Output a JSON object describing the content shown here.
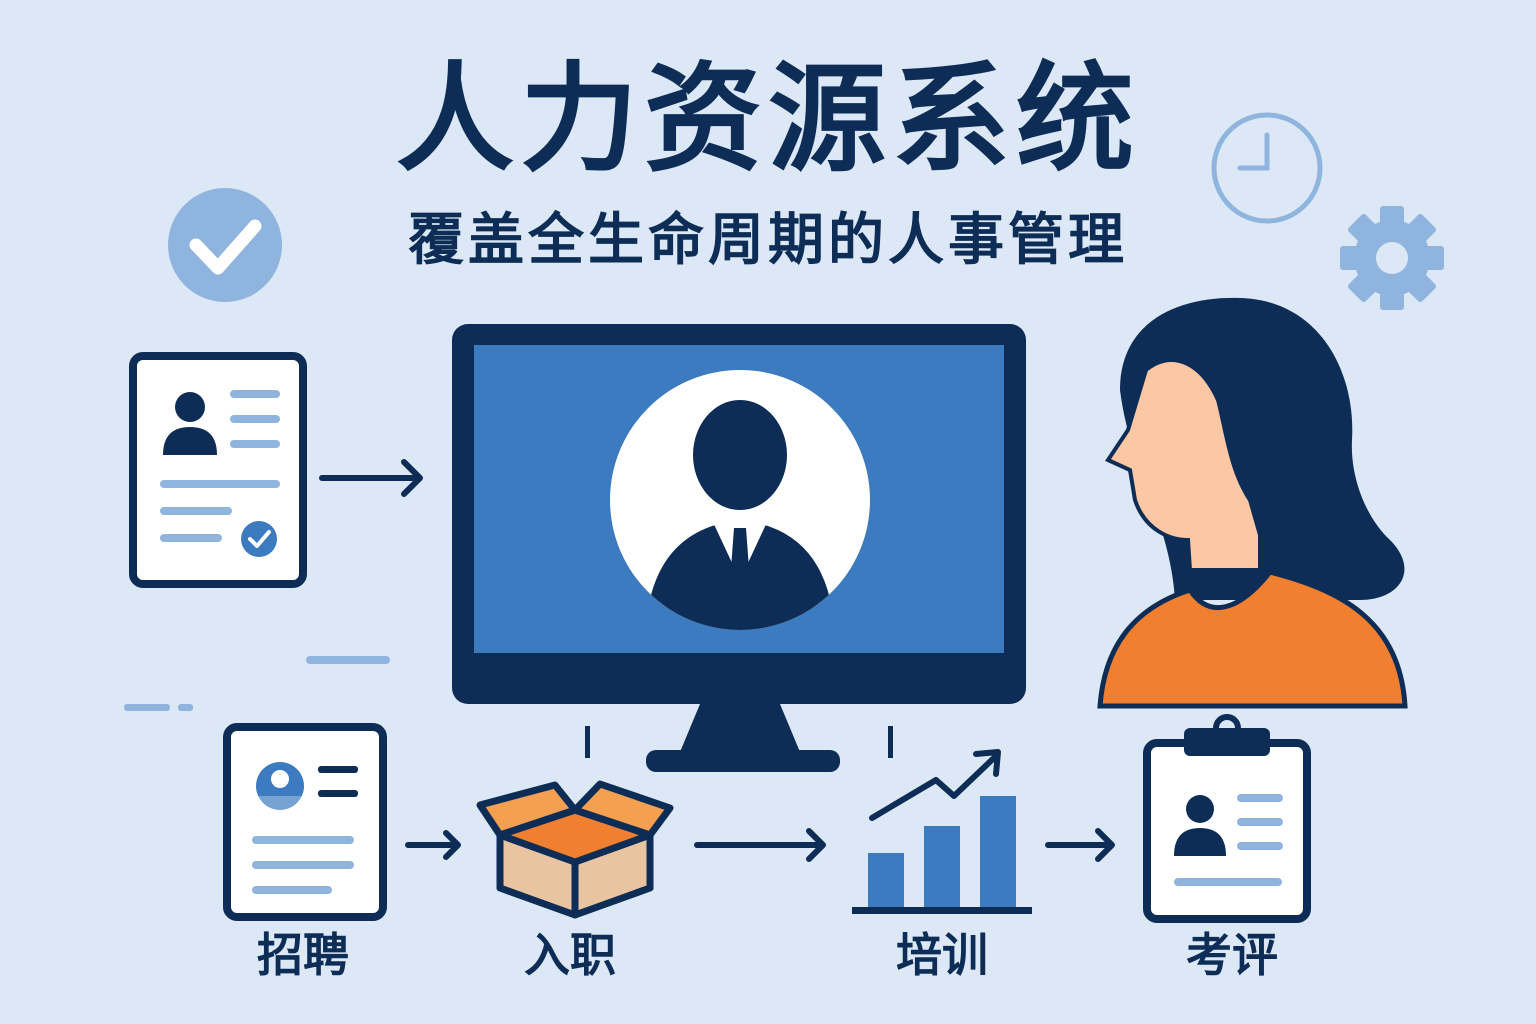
{
  "header": {
    "title": "人力资源系统",
    "subtitle": "覆盖全生命周期的人事管理"
  },
  "steps": [
    {
      "label": "招聘",
      "icon": "resume-icon"
    },
    {
      "label": "入职",
      "icon": "box-icon"
    },
    {
      "label": "培训",
      "icon": "growth-chart-icon"
    },
    {
      "label": "考评",
      "icon": "clipboard-icon"
    }
  ],
  "decorations": [
    "checkmark-badge-icon",
    "clock-icon",
    "gear-icon",
    "monitor-icon",
    "employee-avatar-icon",
    "woman-illustration"
  ],
  "colors": {
    "background": "#dce8f5",
    "navy": "#0d2d57",
    "blue": "#3c7bbf",
    "light_blue": "#8fb4dd",
    "orange": "#f08030",
    "skin": "#fbc7a4"
  }
}
